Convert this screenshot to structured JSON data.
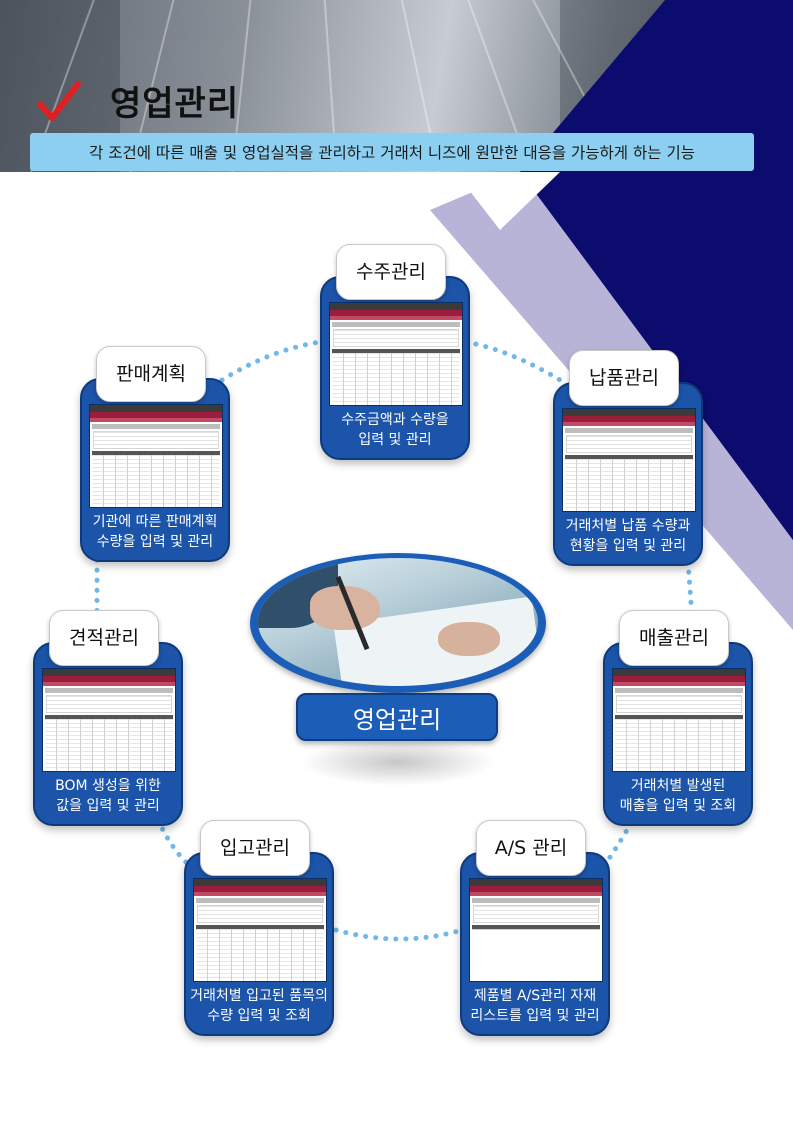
{
  "header": {
    "title": "영업관리",
    "subtitle": "각 조건에 따른 매출 및 영업실적을 관리하고 거래처 니즈에 원만한 대응을 가능하게 하는 기능"
  },
  "center": {
    "label": "영업관리"
  },
  "modules": [
    {
      "title": "수주관리",
      "desc1": "수주금액과 수량을",
      "desc2": "입력 및 관리"
    },
    {
      "title": "판매계획",
      "desc1": "기관에 따른 판매계획",
      "desc2": "수량을 입력 및 관리"
    },
    {
      "title": "납품관리",
      "desc1": "거래처별 납품 수량과",
      "desc2": "현황을 입력 및 관리"
    },
    {
      "title": "견적관리",
      "desc1": "BOM 생성을 위한",
      "desc2": "값을 입력 및 관리"
    },
    {
      "title": "매출관리",
      "desc1": "거래처별 발생된",
      "desc2": "매출을 입력 및 조회"
    },
    {
      "title": "입고관리",
      "desc1": "거래처별 입고된 품목의",
      "desc2": "수량 입력 및 조회"
    },
    {
      "title": "A/S 관리",
      "desc1": "제품별 A/S관리 자재",
      "desc2": "리스트를 입력 및 관리"
    }
  ],
  "colors": {
    "card_blue": "#1b54a8",
    "subtitle_bar": "#8ccff0",
    "check_red": "#e02020",
    "navy": "#0c0c6e",
    "lavender": "#b8b4d8"
  },
  "icons": [
    "check-icon"
  ]
}
